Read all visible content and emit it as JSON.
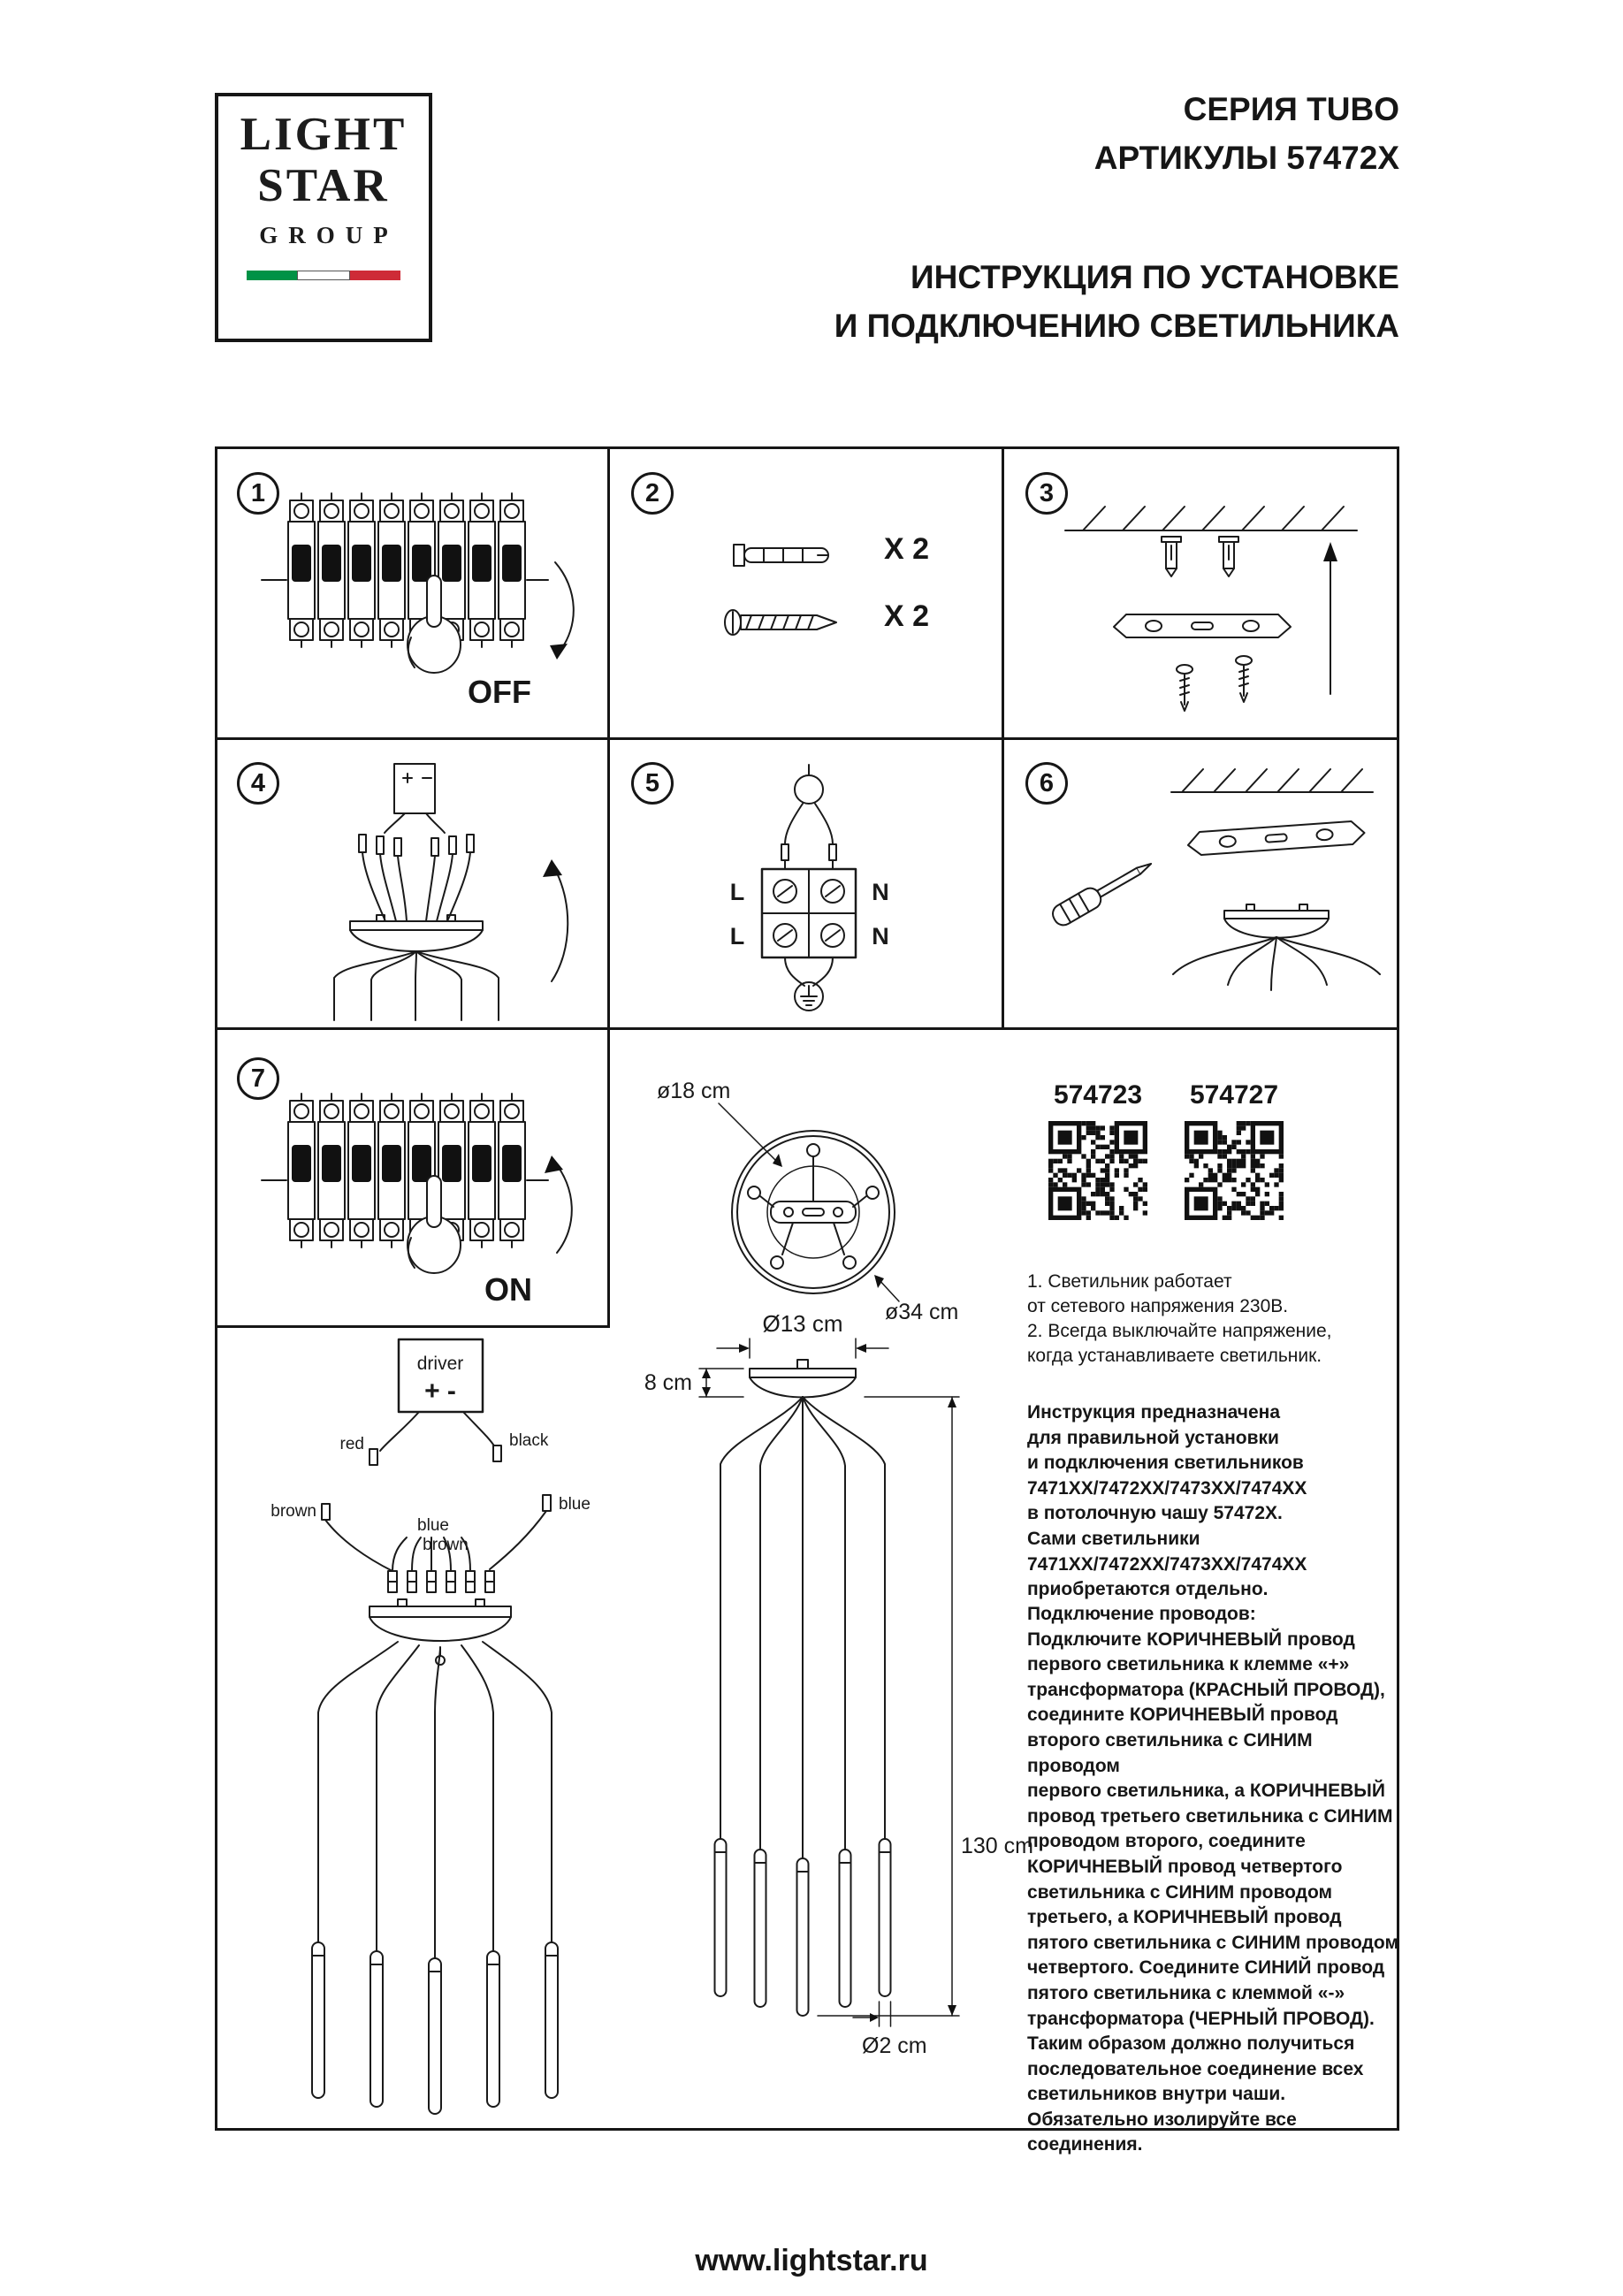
{
  "brand": {
    "line1": "LIGHT",
    "line2": "STAR",
    "line3": "GROUP",
    "flag_green": "#009246",
    "flag_red": "#CE2B37"
  },
  "header": {
    "series": "СЕРИЯ TUBO",
    "articles": "АРТИКУЛЫ 57472X",
    "title1": "ИНСТРУКЦИЯ ПО УСТАНОВКЕ",
    "title2": "И ПОДКЛЮЧЕНИЮ СВЕТИЛЬНИКА"
  },
  "steps": {
    "s1": {
      "num": "1",
      "state": "OFF"
    },
    "s2": {
      "num": "2",
      "dowel_qty": "X 2",
      "screw_qty": "X 2"
    },
    "s3": {
      "num": "3"
    },
    "s4": {
      "num": "4"
    },
    "s5": {
      "num": "5",
      "l_top": "L",
      "n_top": "N",
      "l_bottom": "L",
      "n_bottom": "N"
    },
    "s6": {
      "num": "6"
    },
    "s7": {
      "num": "7",
      "state": "ON"
    }
  },
  "wiring": {
    "driver": "driver",
    "polarity": "+ -",
    "red": "red",
    "black": "black",
    "brown_left": "brown",
    "blue_right": "blue",
    "blue_mid": "blue",
    "brown_mid": "brown"
  },
  "dims": {
    "d18": "ø18 cm",
    "d34": "ø34 cm",
    "d13": "Ø13 cm",
    "h8": "8 cm",
    "h130": "130 cm",
    "d2": "Ø2 cm"
  },
  "qr": {
    "code1": "574723",
    "code2": "574727"
  },
  "notes": {
    "power": "1. Светильник работает\nот сетевого напряжения 230В.\n2. Всегда выключайте напряжение,\nкогда устанавливаете светильник.",
    "purpose": "Инструкция предназначена\nдля правильной установки\nи подключения светильников\n7471XX/7472XX/7473XX/7474XX\nв потолочную чашу 57472X.\nСами светильники\n7471XX/7472XX/7473XX/7474XX\nприобретаются отдельно.",
    "connection": "Подключение проводов:\nПодключите КОРИЧНЕВЫЙ провод\nпервого светильника к клемме «+»\nтрансформатора (КРАСНЫЙ ПРОВОД),\nсоедините КОРИЧНЕВЫЙ провод\nвторого светильника с СИНИМ проводом\nпервого светильника, а КОРИЧНЕВЫЙ\nпровод третьего светильника с СИНИМ\nпроводом второго, соедините\nКОРИЧНЕВЫЙ провод четвертого\nсветильника с СИНИМ проводом\nтретьего, а КОРИЧНЕВЫЙ провод\nпятого светильника с СИНИМ проводом\nчетвертого. Соедините СИНИЙ провод\nпятого светильника с клеммой «-»\nтрансформатора (ЧЕРНЫЙ ПРОВОД).\nТаким образом должно получиться\nпоследовательное соединение всех\nсветильников внутри чаши.\nОбязательно изолируйте все соединения."
  },
  "footer": {
    "url": "www.lightstar.ru"
  }
}
